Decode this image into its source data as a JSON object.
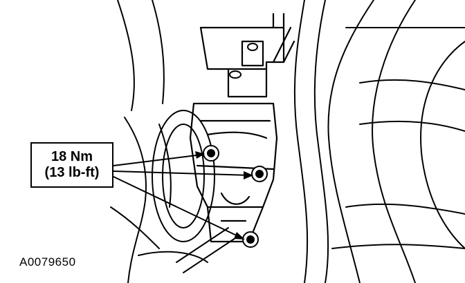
{
  "callout": {
    "torque_metric": "18 Nm",
    "torque_imperial": "(13 lb-ft)"
  },
  "figure": {
    "id": "A0079650"
  },
  "colors": {
    "line": "#000000",
    "background": "#ffffff"
  },
  "icons": [
    "bolt-icon",
    "arrow-icon"
  ]
}
